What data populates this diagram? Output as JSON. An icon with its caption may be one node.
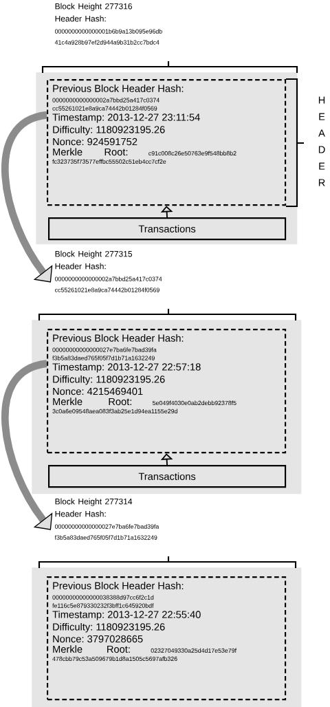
{
  "diagram": {
    "nodes": [
      {
        "text": [
          "Block Height 277316",
          "Header Hash:",
          "0000000000000001b6b9a13b095e96db 41c4a928b97ef2d944a9b31b2cc7bdc4"
        ]
      },
      {
        "text": [],
        "shape": "box"
      },
      {
        "text": [
          "Previous Block Header Hash:",
          "0000000000000002a7bbd25a417c0374 cc55261021e8a9ca74442b01284f0569",
          "Timestamp: 2013-12-27 23:11:54",
          "Difficulty: 1180923195.26",
          "Nonce: 924591752",
          "Merkle Root:",
          "c91c008c26e50763e9f548bb8b2 fc323735f73577effbc55502c51eb4cc7cf2e"
        ],
        "in": 1
      },
      {
        "text": [
          "Transactions"
        ],
        "in": 1
      },
      {
        "text": [
          "Block Height 277315",
          "Header Hash:",
          "0000000000000002a7bbd25a417c0374 cc55261021e8a9ca74442b01284f0569"
        ]
      },
      {
        "text": [],
        "shape": "box"
      },
      {
        "text": [
          "Previous Block Header Hash:",
          "00000000000000027e7ba6fe7bad39fa f3b5a83daed765f05f7d1b71a1632249",
          "Timestamp: 2013-12-27 22:57:18",
          "Difficulty: 1180923195.26",
          "Nonce: 4215469401",
          "Merkle Root:",
          "5e049f4030e0ab2debb92378f5 3c0a6e09548aea083f3ab25e1d94ea1155e29d"
        ],
        "in": 5
      },
      {
        "text": [
          "Transactions"
        ],
        "in": 5
      },
      {
        "text": [
          "Block Height 277314",
          "Header Hash:",
          "00000000000000027e7ba6fe7bad39fa f3b5a83daed765f05f7d1b71a1632249"
        ]
      },
      {
        "text": [],
        "shape": "box"
      },
      {
        "text": [
          "Previous Block Header Hash:",
          "00000000000000038388d97cc6f2c1d fe116c5e879330232f3bff1c645920bdf",
          "Timestamp: 2013-12-27 22:55:40",
          "Difficulty: 1180923195.26",
          "Nonce: 3797028665",
          "Merkle Root:",
          "02327049330a25d4d17e53e79f 478cbb79c53a509679b1d8a1505c5697afb326"
        ],
        "in": 9
      }
    ],
    "edges": [
      {
        "from": 3,
        "to": 2,
        "arrow": "to"
      },
      {
        "from": 2,
        "to": 4,
        "arrow": "to",
        "style": "thick",
        "color": "#8c8c8c"
      },
      {
        "from": 7,
        "to": 6,
        "arrow": "to"
      },
      {
        "from": 6,
        "to": 8,
        "arrow": "to",
        "style": "thick",
        "color": "#8c8c8c"
      }
    ],
    "labels": [
      "HEADER"
    ]
  }
}
